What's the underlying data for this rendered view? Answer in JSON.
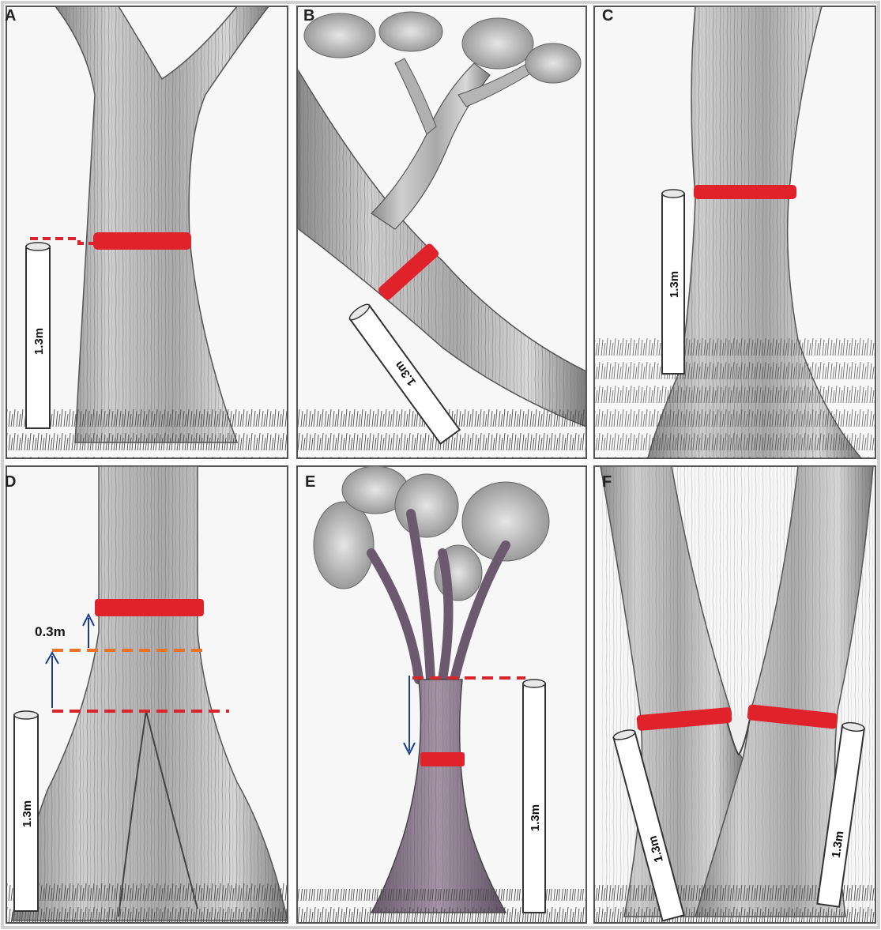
{
  "colors": {
    "band": "#e0222a",
    "dashed_primary": "#d9262c",
    "dashed_secondary": "#e8742a",
    "arrow": "#1f3f8c",
    "bark_light": "#d6d6d6",
    "bark_dark": "#7a7a7a",
    "frame": "#555555",
    "grass": "#5a5a5a"
  },
  "panels": [
    {
      "letter": "A",
      "pole_label": "1.3m"
    },
    {
      "letter": "B",
      "pole_label": "1.3m"
    },
    {
      "letter": "C",
      "pole_label": "1.3m"
    },
    {
      "letter": "D",
      "pole_label": "1.3m",
      "offset_label": "0.3m"
    },
    {
      "letter": "E",
      "pole_label": "1.3m"
    },
    {
      "letter": "F",
      "pole_labels": [
        "1.3m",
        "1.3m"
      ]
    }
  ],
  "icons": [
    "tree-trunk-illustration",
    "measuring-pole",
    "red-measurement-band",
    "arrow"
  ]
}
